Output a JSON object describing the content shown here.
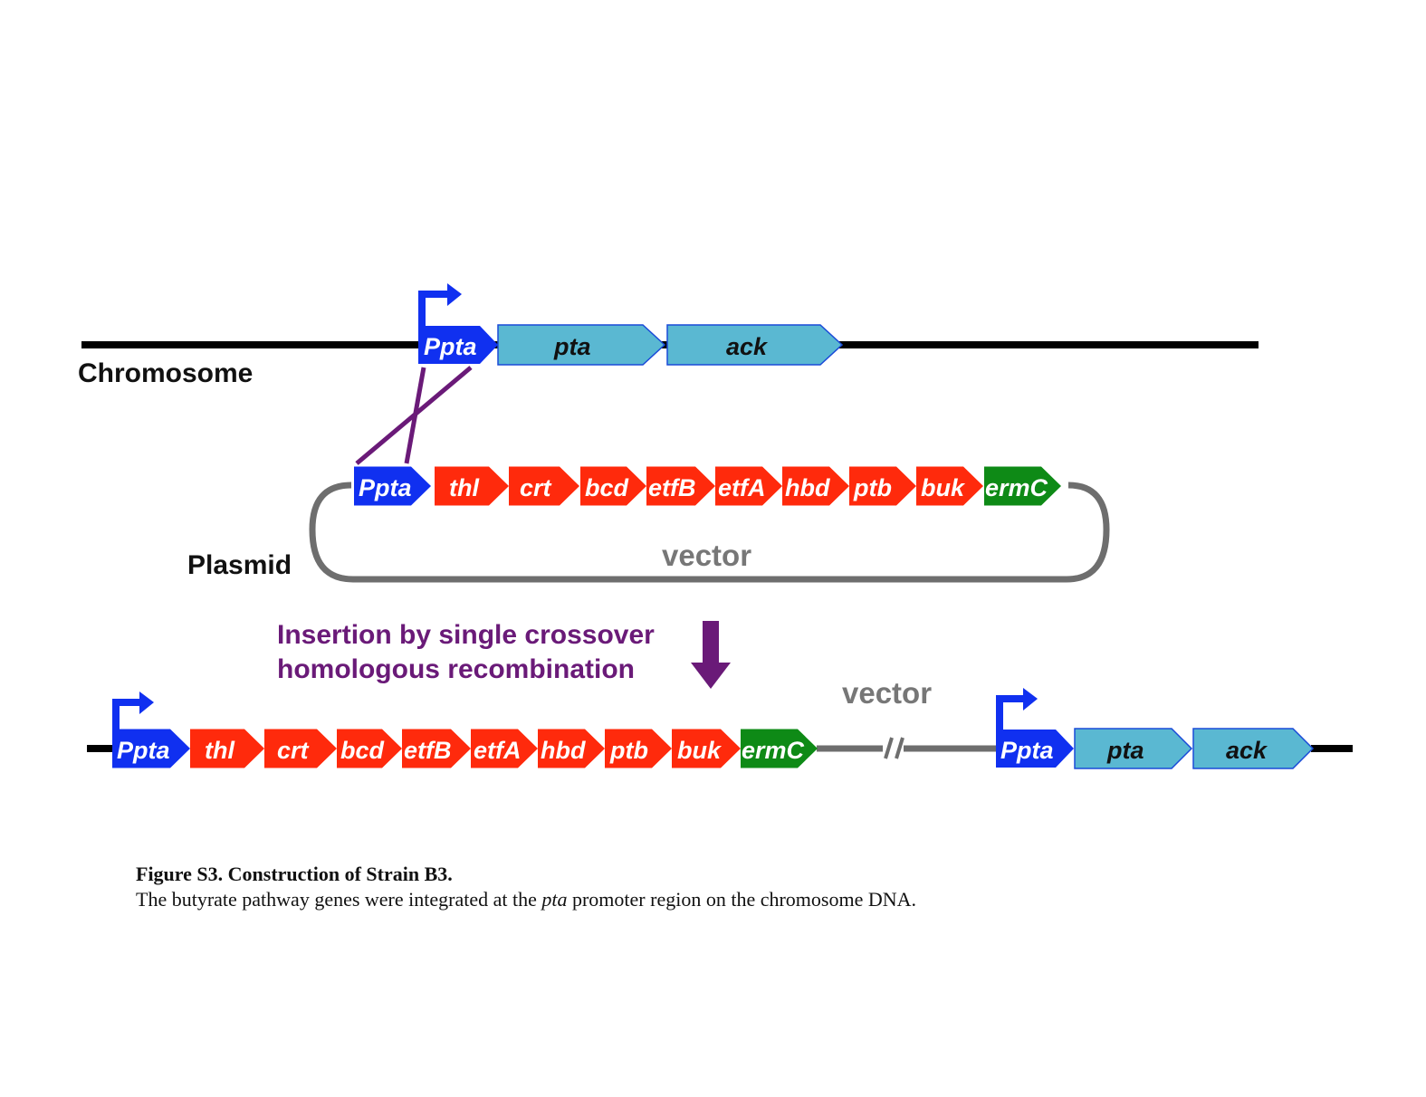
{
  "colors": {
    "promoter": "#1030f0",
    "chromosomal_gene": "#5ab8d2",
    "butyrate_gene": "#ff2a0c",
    "marker_gene": "#0e8a16",
    "backbone": "#000000",
    "vector_line": "#777777",
    "crossover": "#6a1a78"
  },
  "chromosome": {
    "label": "Chromosome",
    "promoter": "Ppta",
    "genes": [
      "pta",
      "ack"
    ]
  },
  "plasmid": {
    "label": "Plasmid",
    "promoter": "Ppta",
    "genes": [
      "thl",
      "crt",
      "bcd",
      "etfB",
      "etfA",
      "hbd",
      "ptb",
      "buk"
    ],
    "marker": "ermC",
    "vector_label": "vector"
  },
  "event": {
    "line1": "Insertion by single crossover",
    "line2": "homologous recombination"
  },
  "result": {
    "promoter": "Ppta",
    "genes": [
      "thl",
      "crt",
      "bcd",
      "etfB",
      "etfA",
      "hbd",
      "ptb",
      "buk"
    ],
    "marker": "ermC",
    "vector_label": "vector",
    "promoter2": "Ppta",
    "genes2": [
      "pta",
      "ack"
    ]
  },
  "caption": {
    "title": "Figure S3. Construction of Strain B3.",
    "text_before": "The butyrate pathway genes were integrated at the ",
    "text_italic": "pta",
    "text_after": " promoter region on the chromosome DNA."
  }
}
